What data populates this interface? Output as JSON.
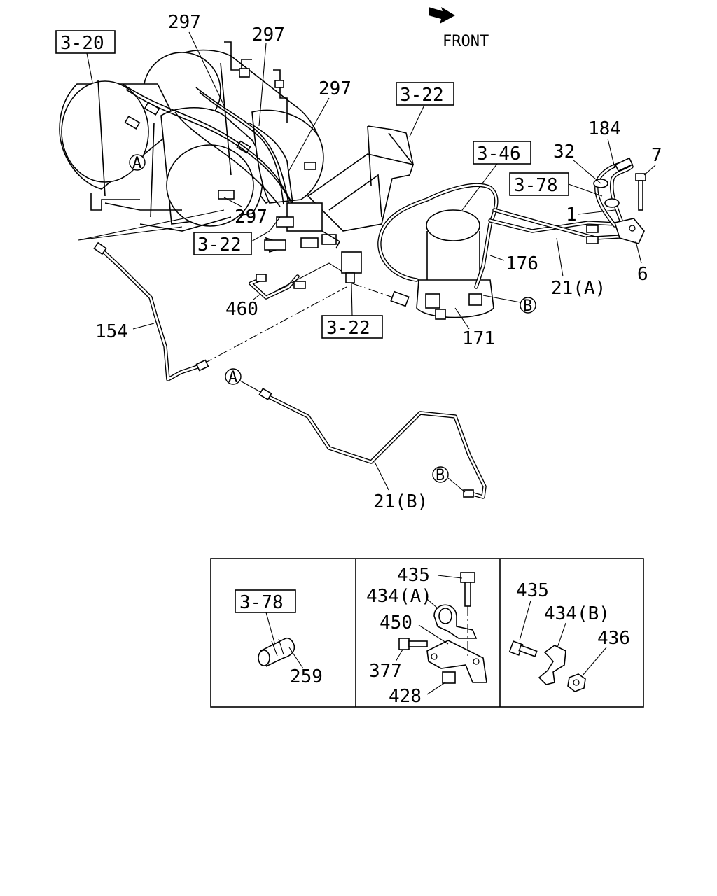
{
  "front_label": "FRONT",
  "ref_boxes": {
    "r320": "3-20",
    "r322_top": "3-22",
    "r322_mid": "3-22",
    "r322_bottom": "3-22",
    "r346": "3-46",
    "r378": "3-78",
    "r378_inset": "3-78"
  },
  "part_labels": {
    "p297_a": "297",
    "p297_b": "297",
    "p297_c": "297",
    "p297_d": "297",
    "p184": "184",
    "p32": "32",
    "p7": "7",
    "p1": "1",
    "p6": "6",
    "p176": "176",
    "p21a": "21(A)",
    "p171": "171",
    "p460": "460",
    "p154": "154",
    "p21b": "21(B)",
    "p259": "259",
    "p435_a": "435",
    "p434a": "434(A)",
    "p450": "450",
    "p377": "377",
    "p428": "428",
    "p435_b": "435",
    "p434b": "434(B)",
    "p436": "436"
  },
  "connection_markers": {
    "a1": "A",
    "a2": "A",
    "b1": "B",
    "b2": "B"
  }
}
